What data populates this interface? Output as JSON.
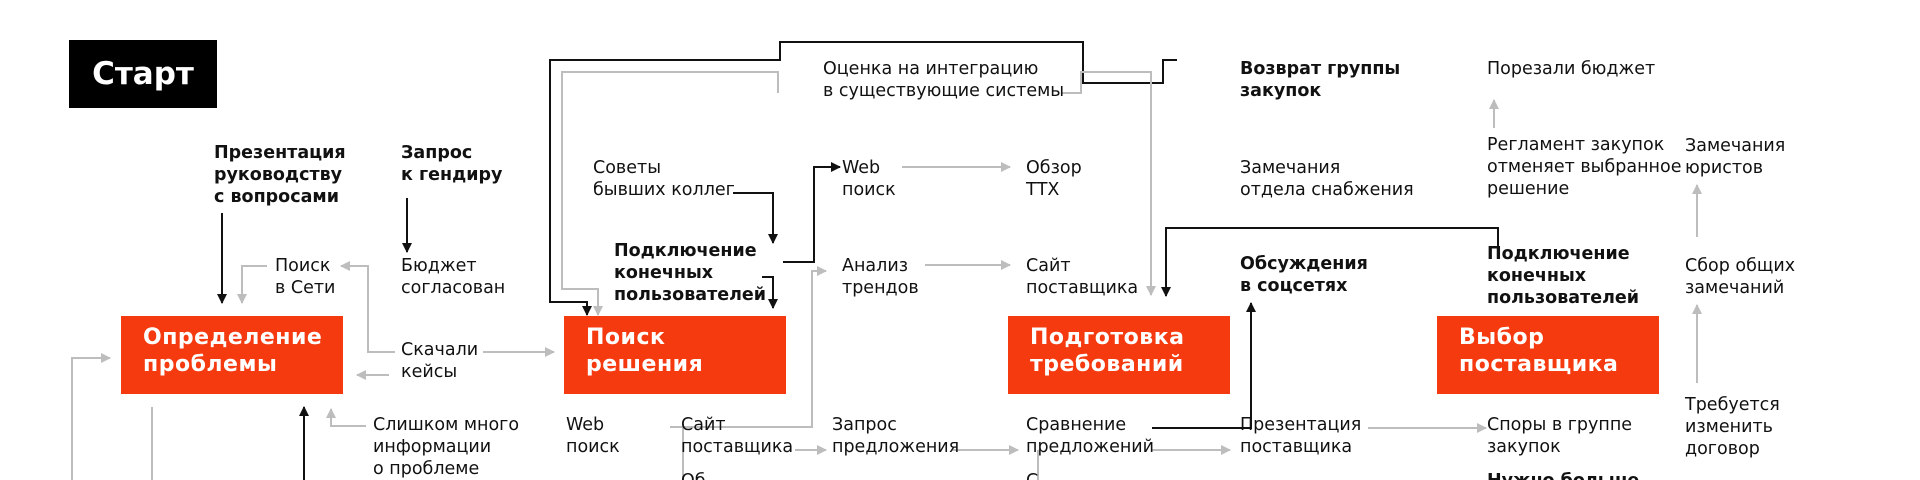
{
  "start": {
    "label": "Старт"
  },
  "stages": {
    "problem": "Определение\nпроблемы",
    "search": "Поиск\nрешения",
    "requirements": "Подготовка\nтребований",
    "vendor": "Выбор\nпоставщика"
  },
  "nodes": {
    "mgmt_presentation": "Презентация\nруководству\nс вопросами",
    "ceo_request": "Запрос\nк гендиру",
    "web_search_sidebar": "Поиск\nв Сети",
    "budget_approved": "Бюджет\nсогласован",
    "downloaded_cases": "Скачали\nкейсы",
    "too_much_info": "Слишком много\nинформации\nо проблеме",
    "integration_eval": "Оценка на интеграцию\nв существующие системы",
    "colleagues_advice": "Советы\nбывших коллег",
    "connect_users_1": "Подключение\nконечных\nпользователей",
    "web_search_top": "Web\nпоиск",
    "specs_review": "Обзор\nТТХ",
    "trend_analysis": "Анализ\nтрендов",
    "vendor_site_top": "Сайт\nпоставщика",
    "web_search_bottom": "Web\nпоиск",
    "vendor_site_bottom": "Сайт\nпоставщика",
    "bottom_cut_1": "Об",
    "rfp": "Запрос\nпредложения",
    "compare_offers": "Сравнение\nпредложений",
    "bottom_cut_2": "С",
    "procurement_return": "Возврат группы\nзакупок",
    "supply_remarks": "Замечания\nотдела снабжения",
    "social_discussion": "Обсуждения\nв соцсетях",
    "vendor_presentation": "Презентация\nпоставщика",
    "budget_cut": "Порезали бюджет",
    "procurement_rules": "Регламент закупок\nотменяет выбранное\nрешение",
    "connect_users_2": "Подключение\nконечных\nпользователей",
    "procurement_disputes": "Споры в группе\nзакупок",
    "need_more": "Нужно больше",
    "legal_remarks": "Замечания\nюристов",
    "collect_remarks": "Сбор общих\nзамечаний",
    "change_contract": "Требуется\nизменить\nдоговор"
  },
  "colors": {
    "stage_fill": "#f63a0f",
    "start_fill": "#000000",
    "line_dark": "#111111",
    "line_light": "#bdbdbd"
  }
}
